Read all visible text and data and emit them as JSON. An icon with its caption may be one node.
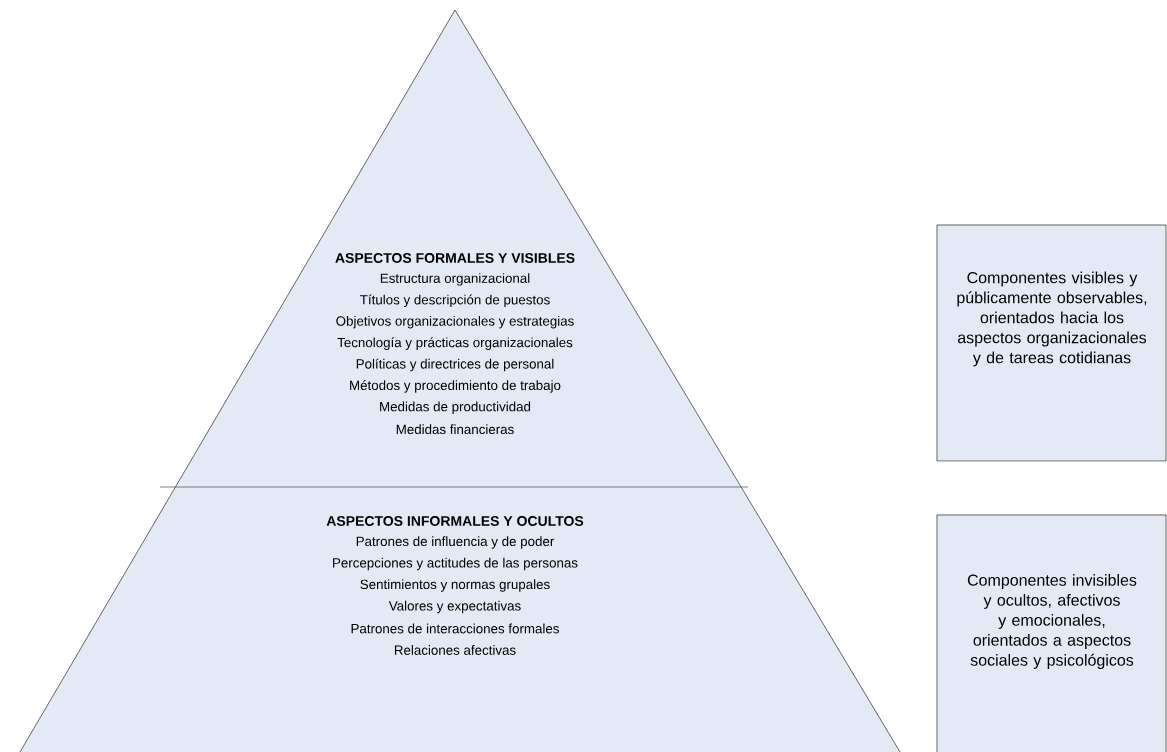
{
  "diagram": {
    "nodes": [
      {
        "text": [
          "ASPECTOS FORMALES Y VISIBLES",
          "Estructura organizacional",
          "Títulos y descripción de puestos",
          "Objetivos organizacionales y estrategias",
          "Tecnología y prácticas organizacionales",
          "Políticas y directrices de personal",
          "Métodos y procedimiento de trabajo",
          "Medidas de productividad",
          "Medidas financieras"
        ]
      },
      {
        "text": [
          "ASPECTOS INFORMALES Y OCULTOS",
          "Patrones de influencia y de poder",
          "Percepciones y actitudes de las personas",
          "Sentimientos y normas grupales",
          "Valores y expectativas",
          "Patrones de interacciones formales",
          "Relaciones afectivas"
        ]
      },
      {
        "text": [
          "Componentes visibles y públicamente observables, orientados hacia los aspectos organizacionales y de tareas cotidianas"
        ]
      },
      {
        "text": [
          "Componentes invisibles y ocultos, afectivos y emocionales, orientados a aspectos sociales y psicológicos"
        ]
      }
    ]
  }
}
